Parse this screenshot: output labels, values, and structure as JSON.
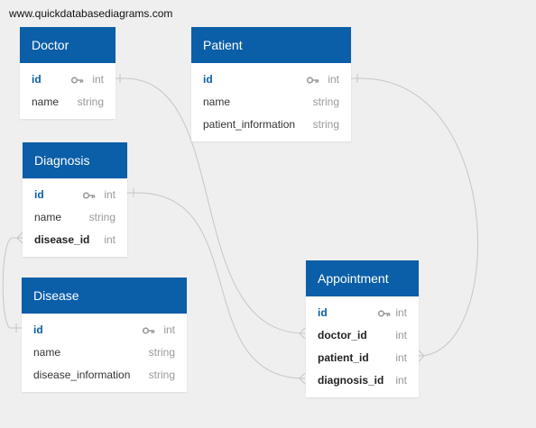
{
  "watermark": "www.quickdatabasediagrams.com",
  "colors": {
    "header": "#0b5ea8",
    "canvas": "#efefef",
    "pk_text": "#0b5ea8",
    "type_text": "#999999",
    "relation_line": "#c6c6c6"
  },
  "tables": {
    "doctor": {
      "name": "Doctor",
      "fields": [
        {
          "name": "id",
          "type": "int",
          "key": "primary"
        },
        {
          "name": "name",
          "type": "string"
        }
      ]
    },
    "patient": {
      "name": "Patient",
      "fields": [
        {
          "name": "id",
          "type": "int",
          "key": "primary"
        },
        {
          "name": "name",
          "type": "string"
        },
        {
          "name": "patient_information",
          "type": "string"
        }
      ]
    },
    "diagnosis": {
      "name": "Diagnosis",
      "fields": [
        {
          "name": "id",
          "type": "int",
          "key": "primary"
        },
        {
          "name": "name",
          "type": "string"
        },
        {
          "name": "disease_id",
          "type": "int",
          "key": "foreign"
        }
      ]
    },
    "disease": {
      "name": "Disease",
      "fields": [
        {
          "name": "id",
          "type": "int",
          "key": "primary"
        },
        {
          "name": "name",
          "type": "string"
        },
        {
          "name": "disease_information",
          "type": "string"
        }
      ]
    },
    "appointment": {
      "name": "Appointment",
      "fields": [
        {
          "name": "id",
          "type": "int",
          "key": "primary"
        },
        {
          "name": "doctor_id",
          "type": "int",
          "key": "foreign"
        },
        {
          "name": "patient_id",
          "type": "int",
          "key": "foreign"
        },
        {
          "name": "diagnosis_id",
          "type": "int",
          "key": "foreign"
        }
      ]
    }
  },
  "relationships": [
    {
      "from": "appointment.doctor_id",
      "to": "doctor.id",
      "cardinality": "many-to-one"
    },
    {
      "from": "appointment.patient_id",
      "to": "patient.id",
      "cardinality": "many-to-one"
    },
    {
      "from": "appointment.diagnosis_id",
      "to": "diagnosis.id",
      "cardinality": "many-to-one"
    },
    {
      "from": "diagnosis.disease_id",
      "to": "disease.id",
      "cardinality": "many-to-one"
    }
  ]
}
